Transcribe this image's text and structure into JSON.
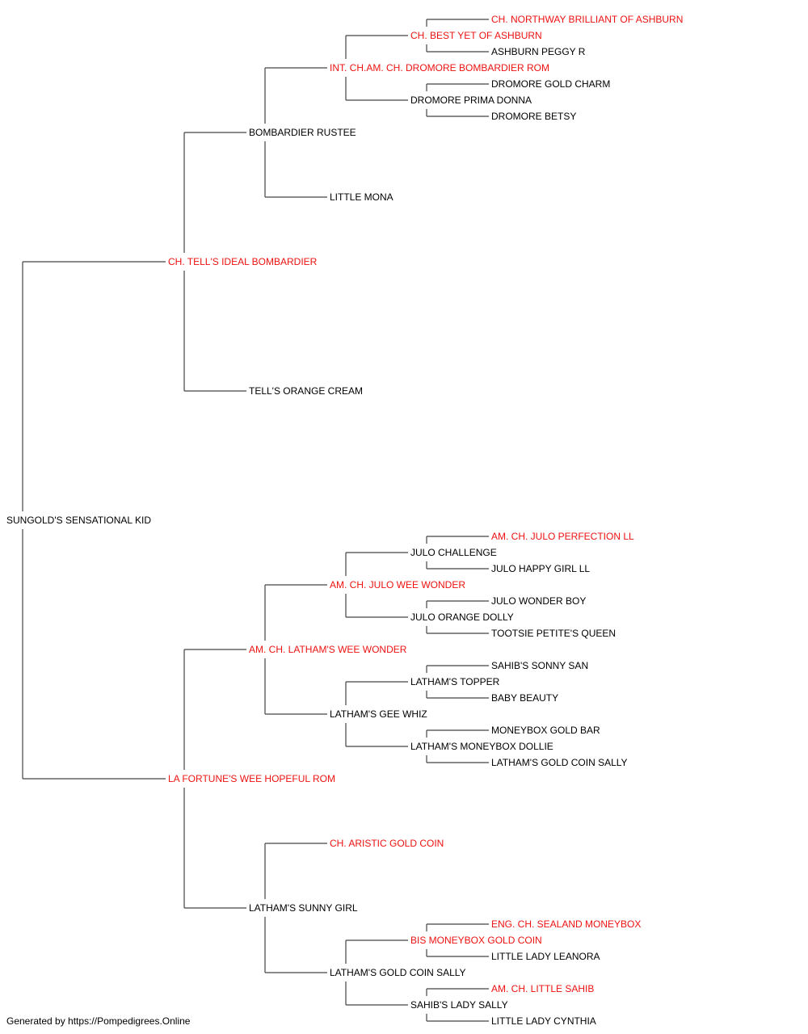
{
  "colors": {
    "champion": "#ee1111",
    "normal": "#000000",
    "line": "#444444"
  },
  "pedigree": {
    "name": "SUNGOLD'S SENSATIONAL KID",
    "champion": false,
    "sire": {
      "name": "CH. TELL'S IDEAL BOMBARDIER",
      "champion": true,
      "sire": {
        "name": "BOMBARDIER RUSTEE",
        "champion": false,
        "sire": {
          "name": "INT. CH.AM. CH. DROMORE BOMBARDIER ROM",
          "champion": true,
          "sire": {
            "name": "CH. BEST YET OF ASHBURN",
            "champion": true,
            "sire": {
              "name": "CH. NORTHWAY BRILLIANT OF ASHBURN",
              "champion": true
            },
            "dam": {
              "name": "ASHBURN PEGGY R",
              "champion": false
            }
          },
          "dam": {
            "name": "DROMORE PRIMA DONNA",
            "champion": false,
            "sire": {
              "name": "DROMORE GOLD CHARM",
              "champion": false
            },
            "dam": {
              "name": "DROMORE BETSY",
              "champion": false
            }
          }
        },
        "dam": {
          "name": "LITTLE MONA",
          "champion": false
        }
      },
      "dam": {
        "name": "TELL'S ORANGE CREAM",
        "champion": false
      }
    },
    "dam": {
      "name": "LA FORTUNE'S WEE HOPEFUL ROM",
      "champion": true,
      "sire": {
        "name": "AM. CH. LATHAM'S WEE WONDER",
        "champion": true,
        "sire": {
          "name": "AM. CH. JULO WEE WONDER",
          "champion": true,
          "sire": {
            "name": "JULO CHALLENGE",
            "champion": false,
            "sire": {
              "name": "AM. CH. JULO PERFECTION LL",
              "champion": true
            },
            "dam": {
              "name": "JULO HAPPY GIRL LL",
              "champion": false
            }
          },
          "dam": {
            "name": "JULO ORANGE DOLLY",
            "champion": false,
            "sire": {
              "name": "JULO WONDER BOY",
              "champion": false
            },
            "dam": {
              "name": "TOOTSIE PETITE'S QUEEN",
              "champion": false
            }
          }
        },
        "dam": {
          "name": "LATHAM'S GEE WHIZ",
          "champion": false,
          "sire": {
            "name": "LATHAM'S TOPPER",
            "champion": false,
            "sire": {
              "name": "SAHIB'S SONNY SAN",
              "champion": false
            },
            "dam": {
              "name": "BABY BEAUTY",
              "champion": false
            }
          },
          "dam": {
            "name": "LATHAM'S MONEYBOX DOLLIE",
            "champion": false,
            "sire": {
              "name": "MONEYBOX GOLD BAR",
              "champion": false
            },
            "dam": {
              "name": "LATHAM'S GOLD COIN SALLY",
              "champion": false
            }
          }
        }
      },
      "dam": {
        "name": "LATHAM'S SUNNY GIRL",
        "champion": false,
        "sire": {
          "name": "CH. ARISTIC GOLD COIN",
          "champion": true
        },
        "dam": {
          "name": "LATHAM'S GOLD COIN SALLY",
          "champion": false,
          "sire": {
            "name": "BIS MONEYBOX GOLD COIN",
            "champion": true,
            "sire": {
              "name": "ENG. CH. SEALAND MONEYBOX",
              "champion": true
            },
            "dam": {
              "name": "LITTLE LADY LEANORA",
              "champion": false
            }
          },
          "dam": {
            "name": "SAHIB'S LADY SALLY",
            "champion": false,
            "sire": {
              "name": "AM. CH. LITTLE SAHIB",
              "champion": true
            },
            "dam": {
              "name": "LITTLE LADY CYNTHIA",
              "champion": false
            }
          }
        }
      }
    }
  },
  "footer": "Generated by https://Pompedigrees.Online"
}
